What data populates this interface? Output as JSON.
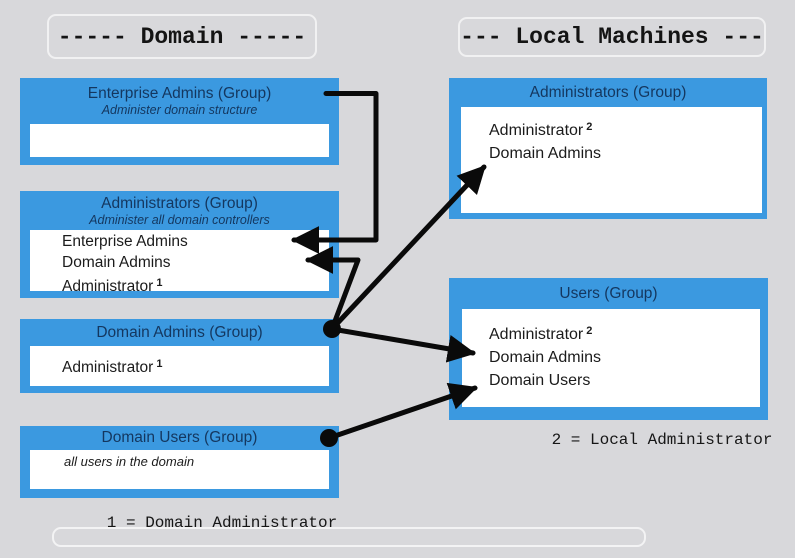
{
  "page": {
    "background_color": "#d8d8db",
    "panel_color": "#e3e3e1",
    "accent_blue": "#3b99e0",
    "header_text_color": "#14375f",
    "body_text_color": "#1b1b1b",
    "arrow_color": "#0a0a0a"
  },
  "domain_column": {
    "title": "----- Domain -----",
    "footnote": "1 = Domain Administrator",
    "boxes": {
      "enterprise_admins": {
        "header": "Enterprise Admins (Group)",
        "subtitle": "Administer domain structure",
        "members": []
      },
      "administrators": {
        "header": "Administrators (Group)",
        "subtitle": "Administer all domain controllers",
        "members": [
          {
            "label": "Enterprise Admins",
            "sup": ""
          },
          {
            "label": "Domain Admins",
            "sup": ""
          },
          {
            "label": "Administrator",
            "sup": "1"
          }
        ]
      },
      "domain_admins": {
        "header": "Domain Admins (Group)",
        "members": [
          {
            "label": "Administrator",
            "sup": "1"
          }
        ]
      },
      "domain_users": {
        "header": "Domain Users (Group)",
        "note": "all users in the domain",
        "members": []
      }
    }
  },
  "local_column": {
    "title": "--- Local Machines ---",
    "footnote": "2 = Local Administrator",
    "boxes": {
      "administrators": {
        "header": "Administrators (Group)",
        "members": [
          {
            "label": "Administrator",
            "sup": "2"
          },
          {
            "label": "Domain Admins",
            "sup": ""
          }
        ]
      },
      "users": {
        "header": "Users (Group)",
        "members": [
          {
            "label": "Administrator",
            "sup": "2"
          },
          {
            "label": "Domain Admins",
            "sup": ""
          },
          {
            "label": "Domain Users",
            "sup": ""
          }
        ]
      }
    }
  },
  "relationships": [
    {
      "from": "Enterprise Admins (Domain)",
      "to": "Administrators (Domain) members"
    },
    {
      "from": "Domain Admins (Domain)",
      "to": "Administrators (Domain) members"
    },
    {
      "from": "Domain Admins (Domain)",
      "to": "Administrators (Local) member Domain Admins"
    },
    {
      "from": "Domain Admins (Domain)",
      "to": "Users (Local) member Domain Admins"
    },
    {
      "from": "Domain Users (Domain)",
      "to": "Users (Local) member Domain Users"
    }
  ]
}
